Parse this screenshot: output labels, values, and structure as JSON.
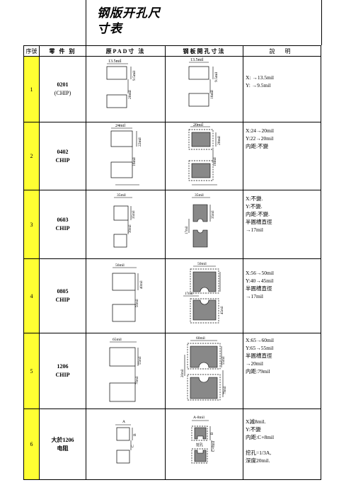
{
  "title": {
    "line1": "钢版开孔尺",
    "line2": "寸表"
  },
  "headers": {
    "index": "序號",
    "component": "零 件 别",
    "pad": "原PAD寸 法",
    "stencil": "钢板開孔寸法",
    "notes": "說 明"
  },
  "rows": [
    {
      "index": "1",
      "name": "0201",
      "sub": "(CHIP)",
      "pad_labels": {
        "w": "13.5mil",
        "h": "9.5mil",
        "gap": "20mil"
      },
      "stencil_labels": {
        "w": "13.5mil",
        "h": "9.5mil",
        "gap": "16mil"
      },
      "notes": [
        "X:     →13.5mil",
        "Y:     →9.5mil"
      ]
    },
    {
      "index": "2",
      "name": "0402",
      "sub": "CHIP",
      "pad_labels": {
        "w": "24mil",
        "h": "22mil",
        "gap": "16mil"
      },
      "stencil_labels": {
        "w": "20mil",
        "h": "20mil",
        "gap": "16mil"
      },
      "notes": [
        "X:24→20mil",
        "Y:22→20mil",
        "内距:不變"
      ]
    },
    {
      "index": "3",
      "name": "0603",
      "sub": "CHIP",
      "pad_labels": {
        "w": "35mil",
        "h": "35mil",
        "gap": "30mil"
      },
      "stencil_labels": {
        "w": "35mil",
        "h": "35mil",
        "gap": "17mil"
      },
      "notes": [
        "X:不變.",
        "Y:不變.",
        "内距:不變.",
        "半圓槽直徑",
        "→17mil"
      ]
    },
    {
      "index": "4",
      "name": "0805",
      "sub": "CHIP",
      "pad_labels": {
        "w": "56mil",
        "h": "40mil",
        "gap": "50mil"
      },
      "stencil_labels": {
        "w": "50mil",
        "h": "45mil",
        "gap": "17mil"
      },
      "notes": [
        "X:56→50mil",
        "Y:40→45mil",
        "半圓槽直徑",
        "→17mil"
      ]
    },
    {
      "index": "5",
      "name": "1206",
      "sub": "CHIP",
      "pad_labels": {
        "w": "65mil",
        "h": "55mil",
        "gap": "70mil"
      },
      "stencil_labels": {
        "w": "60mil",
        "h": "55mil",
        "gap": "79mil",
        "slot": "20mil"
      },
      "notes": [
        "X:65→60mil",
        "Y:65→55mil",
        "半圓槽直徑",
        "→20mil",
        "内距:79mil"
      ]
    },
    {
      "index": "6",
      "name": "大於1206",
      "sub": "电阻",
      "pad_labels": {
        "w": "A",
        "h": "B",
        "gap": "C"
      },
      "stencil_labels": {
        "w": "A-8mil",
        "h": "B",
        "gap": "C+8mil",
        "cut": "挖孔"
      },
      "notes": [
        "X減8mil.",
        "Y:不變",
        "内距:C+8mil",
        "",
        "挖孔=1/3A,",
        "深度20mil."
      ]
    }
  ]
}
